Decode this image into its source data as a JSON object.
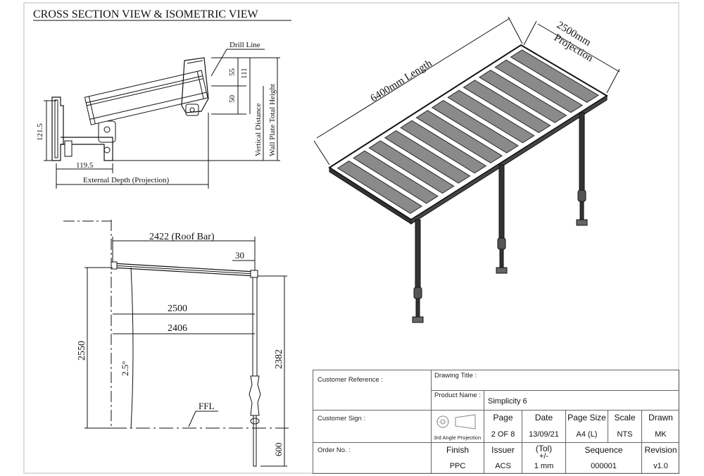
{
  "sheet": {
    "title": "CROSS SECTION VIEW & ISOMETRIC VIEW"
  },
  "cross_section": {
    "drill_line": "Drill Line",
    "dim_55": "55",
    "dim_111": "111",
    "dim_50": "50",
    "dim_121_5": "121.5",
    "dim_119_5": "119.5",
    "external_depth": "External Depth (Projection)",
    "vertical_distance": "Vertical Distance",
    "wall_plate_total_height": "Wall Plate Total Height"
  },
  "side_view": {
    "roof_bar": "2422 (Roof Bar)",
    "dim_30": "30",
    "dim_2500": "2500",
    "dim_2406": "2406",
    "dim_2550": "2550",
    "dim_2382": "2382",
    "angle": "2.5°",
    "ffl": "FFL",
    "dim_600": "600"
  },
  "isometric": {
    "length": "6400mm Length",
    "projection_value": "2500mm",
    "projection_label": "Projection",
    "roof_panels": 12,
    "posts": 3
  },
  "title_block": {
    "customer_reference_label": "Customer Reference :",
    "drawing_title_label": "Drawing Title :",
    "drawing_title_value": "",
    "product_name_label": "Product Name :",
    "product_name_value": "Simplicity 6",
    "customer_sign_label": "Customer Sign :",
    "projection_caption": "3rd Angle Projection",
    "order_no_label": "Order No. :",
    "columns": [
      {
        "header": "Page",
        "value": "2 OF 8"
      },
      {
        "header": "Date",
        "value": "13/09/21"
      },
      {
        "header": "Page Size",
        "value": "A4 (L)"
      },
      {
        "header": "Scale",
        "value": "NTS"
      },
      {
        "header": "Drawn",
        "value": "MK"
      }
    ],
    "columns2": [
      {
        "header": "Finish",
        "value": "PPC"
      },
      {
        "header": "Issuer",
        "value": "ACS"
      },
      {
        "header": "(Tol)\n+/-",
        "header_a": "(Tol)",
        "header_b": "+/-",
        "value": "1 mm"
      },
      {
        "header": "Sequence",
        "value": "000001"
      },
      {
        "header": "Revision",
        "value": "v1.0"
      }
    ]
  },
  "colors": {
    "line": "#111111",
    "panel": "#8a8a8a",
    "frame": "#2a2a2a"
  }
}
